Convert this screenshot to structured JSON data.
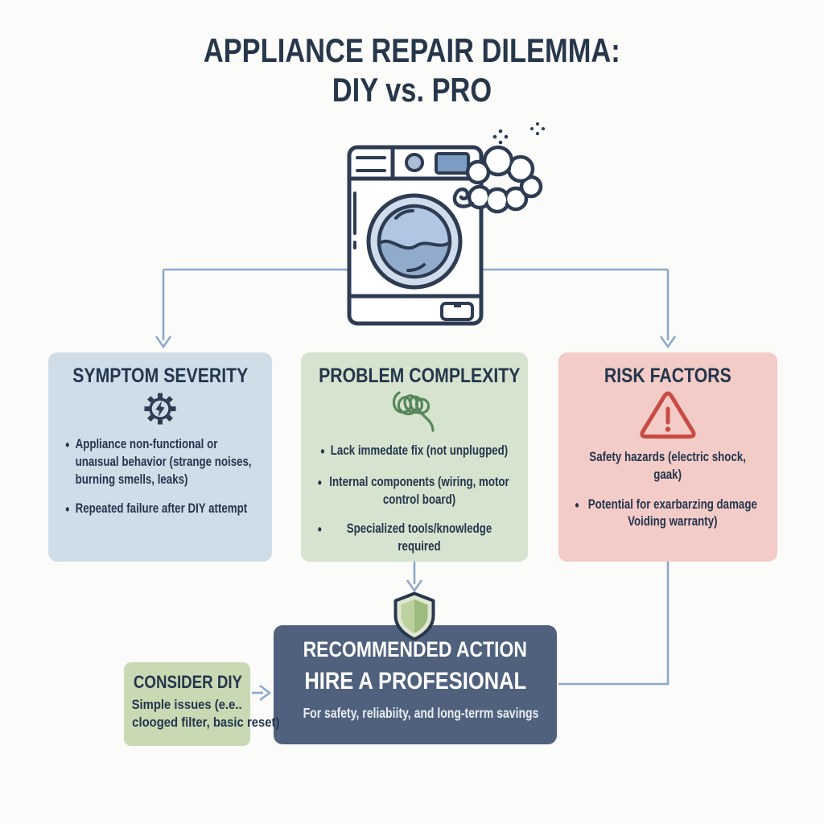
{
  "title": {
    "line1": "APPLIANCE REPAIR DILEMMA:",
    "line2": "DIY vs. PRO"
  },
  "hero": {
    "icon": "washing-machine-icon",
    "smoke_icon": "smoke-cloud-icon",
    "sparkles_icon": "sparkle-dots-icon"
  },
  "cards": [
    {
      "id": "symptom-severity",
      "title": "SYMPTOM SEVERITY",
      "icon": "gear-lightning-icon",
      "accent": "#cfdde9",
      "items": [
        {
          "text": "Appliance non-functional or unaısual behavior (strange noises, burning smells, leaks)"
        },
        {
          "text": "Repeated failure after DIY attempt"
        }
      ]
    },
    {
      "id": "problem-complexity",
      "title": "PROBLEM COMPLEXITY",
      "icon": "tangled-knot-icon",
      "accent": "#d6e3ce",
      "items": [
        {
          "text": "Lack immedate fix (not unplugped)"
        },
        {
          "text": "Internal components (wiring, motor control board)"
        },
        {
          "text": "Specialized tools/knowledge required"
        }
      ]
    },
    {
      "id": "risk-factors",
      "title": "RISK FACTORS",
      "icon": "warning-triangle-icon",
      "accent": "#f3cbc7",
      "items": [
        {
          "text": "Safety hazards (electric shock, gaak)"
        },
        {
          "text": "Potential for exarbarzing damage Voiding warranty)"
        }
      ]
    }
  ],
  "recommended": {
    "icon": "shield-icon",
    "heading": "RECOMMENDED ACTION",
    "subheading": "HIRE A PROFESIONAL",
    "note": "For safety, reliabiity, and long-terrm savings",
    "bg": "#4f617c"
  },
  "diy": {
    "title": "CONSIDER DIY",
    "line1": "Simple issues (e.e..",
    "line2": "clooged filter, basic reset)",
    "bg": "#c8d9b3"
  },
  "colors": {
    "background": "#fbfbf9",
    "text_navy": "#26374b",
    "connector_blue": "#8ea9c9",
    "warning_red": "#c74b44",
    "knot_green": "#57855a",
    "shield_green": "#9cbb7c",
    "drum_blue": "#b0c6e2",
    "card_blue": "#cfdde9",
    "card_green": "#d6e3ce",
    "card_pink": "#f3cbc7"
  }
}
